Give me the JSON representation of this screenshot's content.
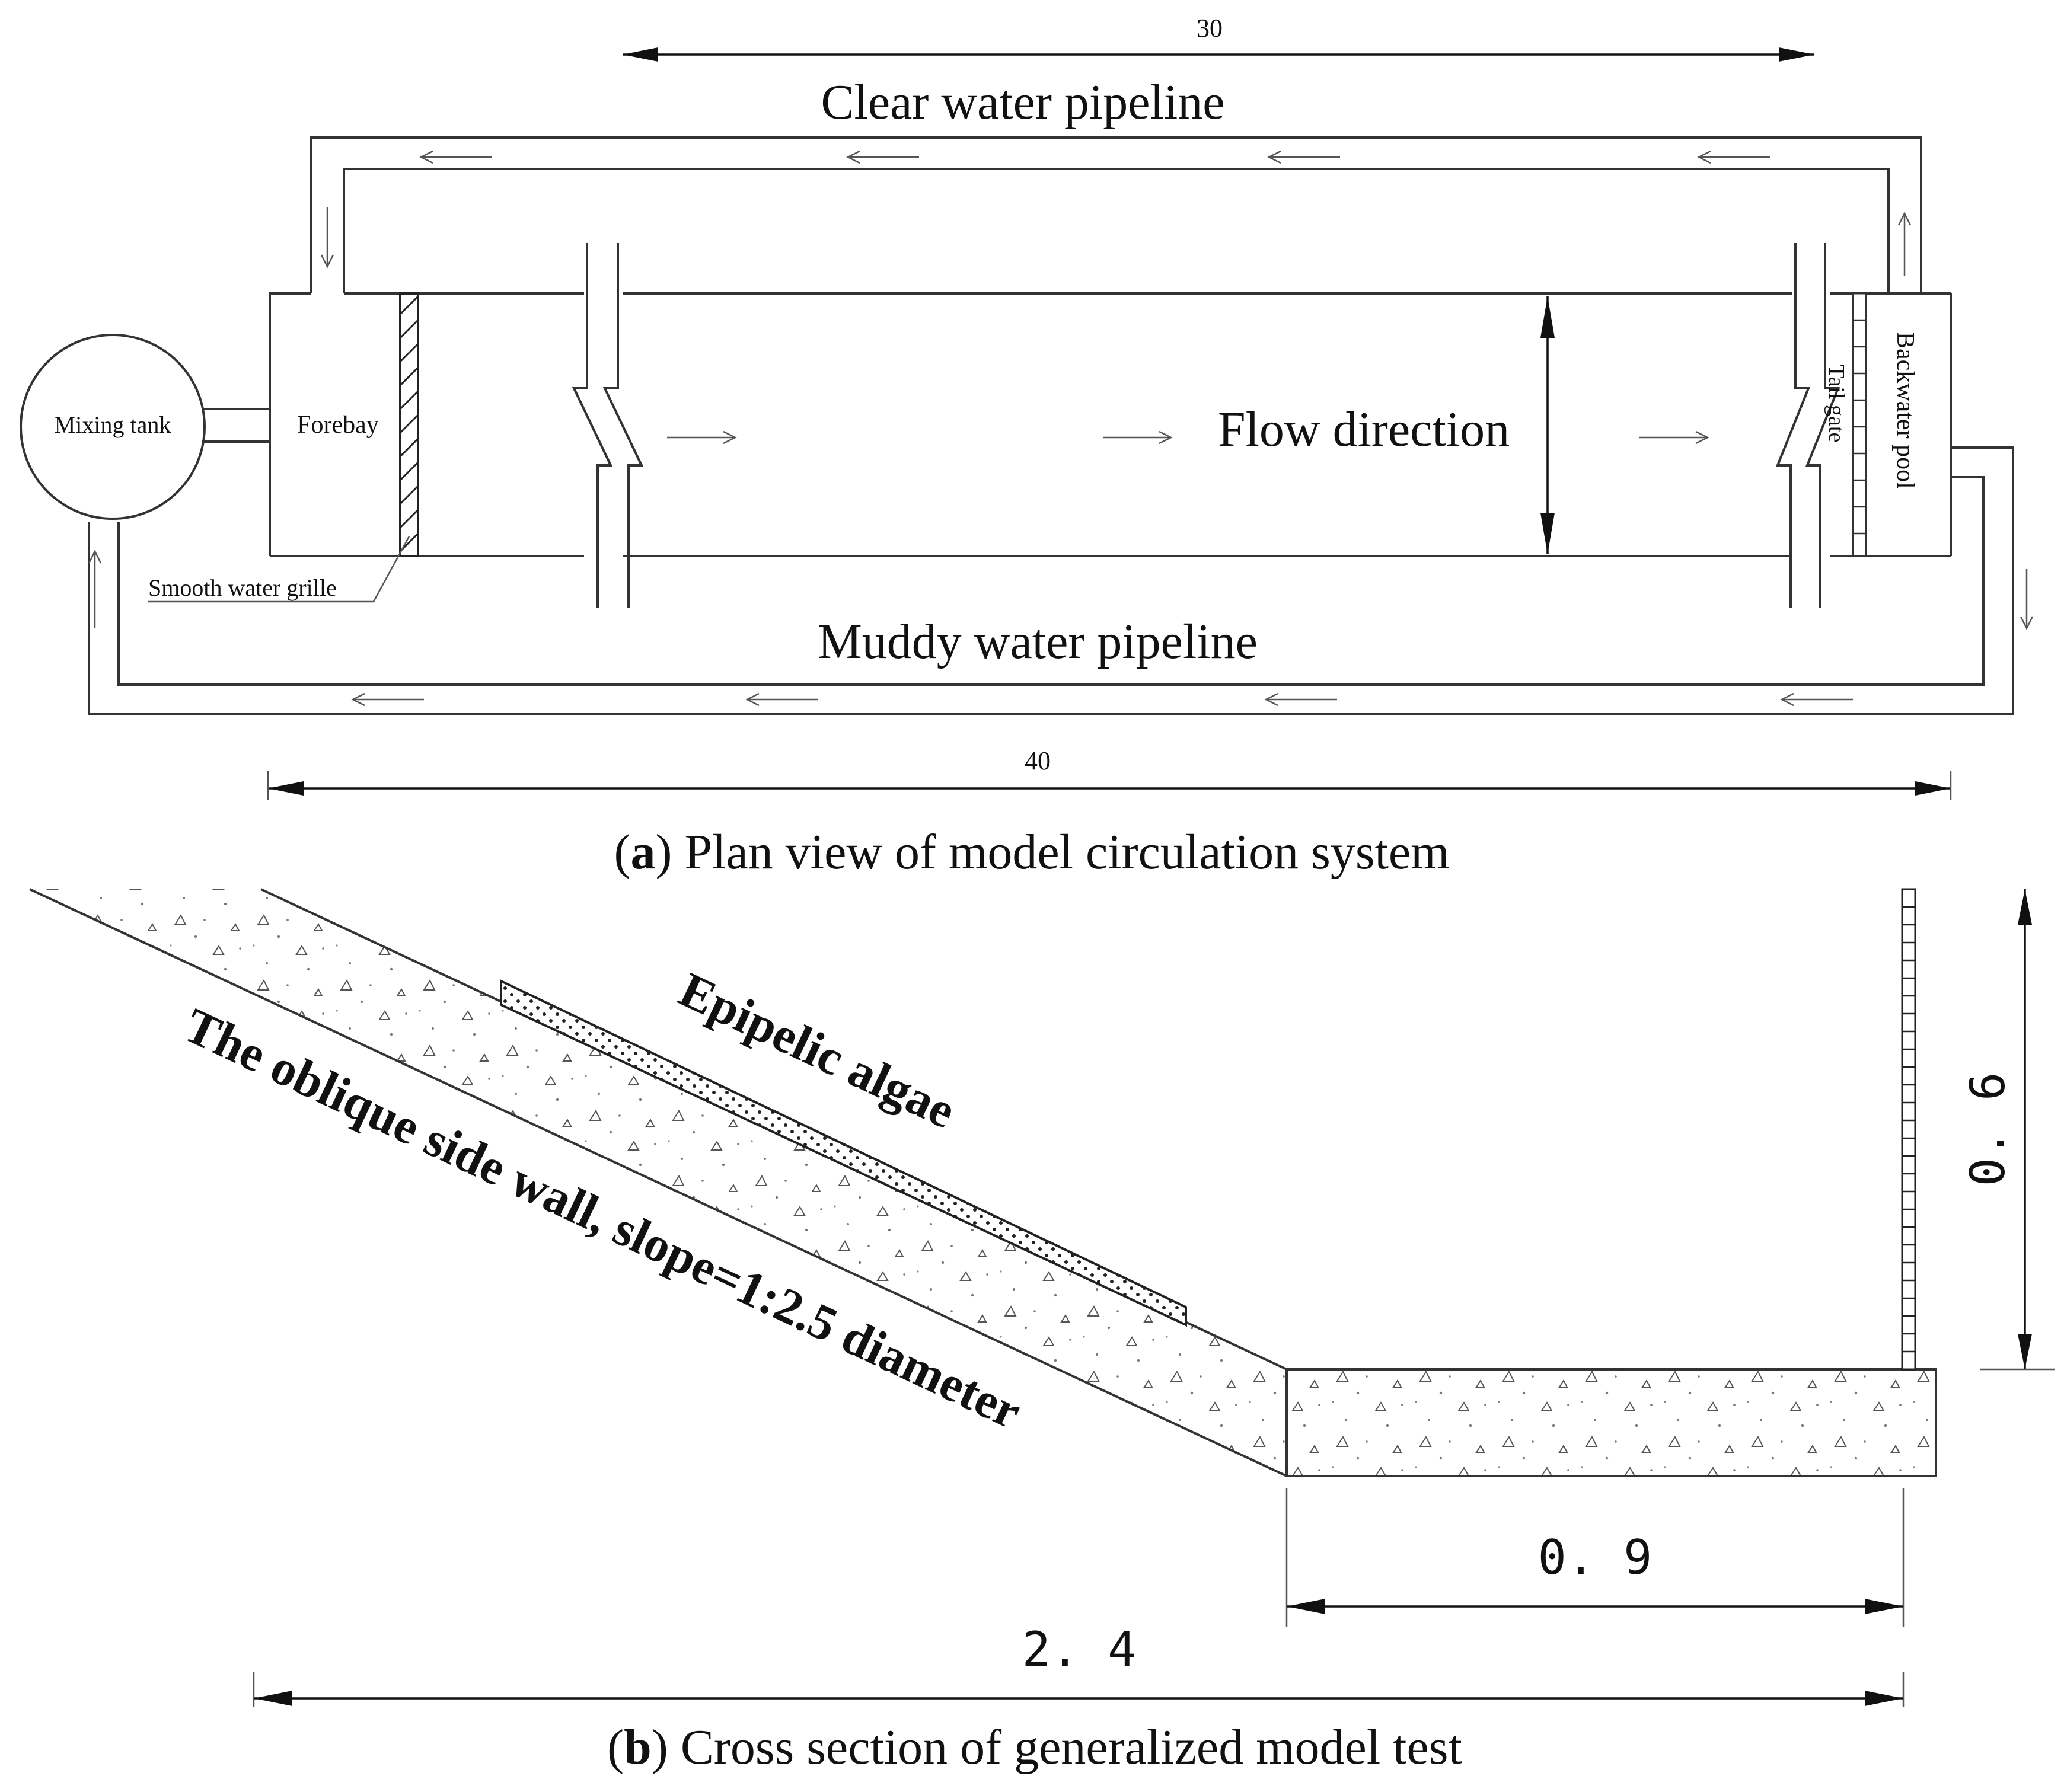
{
  "panel_a": {
    "caption_label": "a",
    "caption_text": " Plan view of model circulation system",
    "dimension_top": "30",
    "dimension_bottom": "40",
    "clear_pipeline_label": "Clear water pipeline",
    "muddy_pipeline_label": "Muddy water pipeline",
    "flow_direction_label": "Flow direction",
    "mixing_tank_label": "Mixing tank",
    "forebay_label": "Forebay",
    "grille_label": "Smooth water grille",
    "tail_gate_label": "Tail gate",
    "backwater_pool_label": "Backwater pool"
  },
  "panel_b": {
    "caption_label": "b",
    "caption_text": " Cross section of generalized model test",
    "algae_label": "Epipelic algae",
    "side_wall_label": "The oblique side wall, slope=1:2.5 diameter",
    "dimension_height": "0. 6",
    "dimension_bottom_width": "0. 9",
    "dimension_total_width": "2. 4"
  }
}
